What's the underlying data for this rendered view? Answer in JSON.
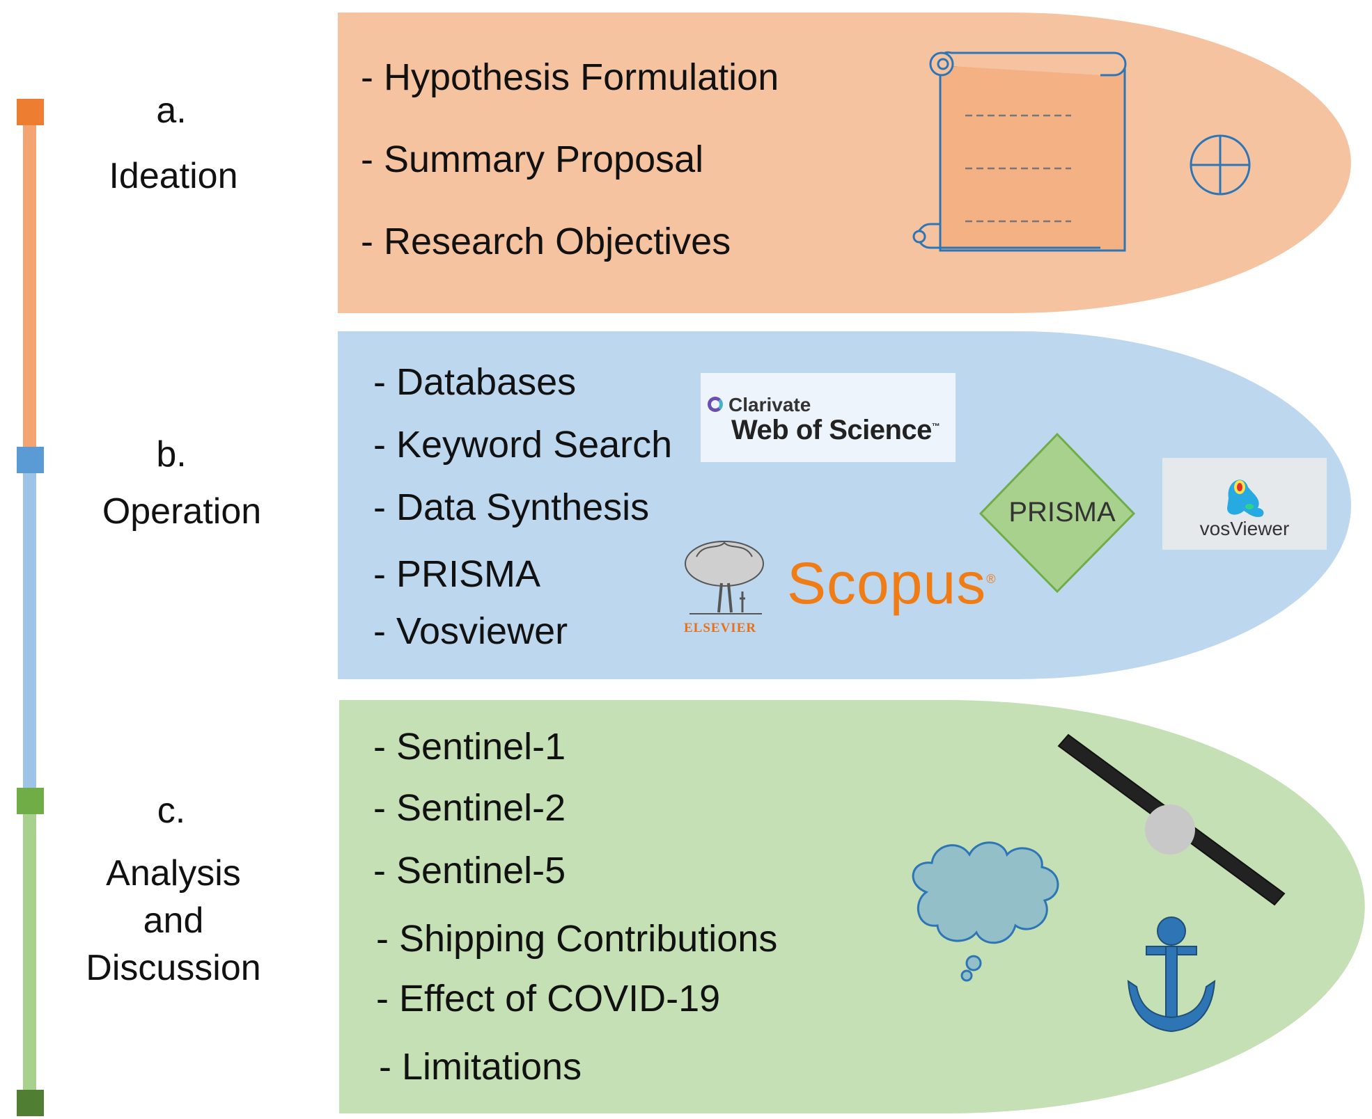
{
  "stages": [
    {
      "id": "ideation",
      "letter": "a.",
      "name": "Ideation",
      "color_fill": "#f6c3a0",
      "color_bar": "#f3a472",
      "color_marker": "#ed7d31",
      "items": [
        "- Hypothesis Formulation",
        "- Summary Proposal",
        "- Research Objectives"
      ],
      "icons": [
        "scroll-icon",
        "crosshair-icon"
      ]
    },
    {
      "id": "operation",
      "letter": "b.",
      "name": "Operation",
      "color_fill": "#bdd7ee",
      "color_bar": "#9dc3e6",
      "color_marker": "#5b9bd5",
      "items": [
        "- Databases",
        "- Keyword Search",
        "- Data Synthesis",
        "- PRISMA",
        "- Vosviewer"
      ],
      "icons": [
        "web-of-science-logo",
        "scopus-logo",
        "prisma-diamond",
        "vosviewer-logo"
      ]
    },
    {
      "id": "analysis",
      "letter": "c.",
      "name_lines": [
        "Analysis",
        "and",
        "Discussion"
      ],
      "color_fill": "#c5e0b4",
      "color_bar": "#a9d18e",
      "color_marker": "#70ad47",
      "color_marker_end": "#507e32",
      "items": [
        "- Sentinel-1",
        "- Sentinel-2",
        "- Sentinel-5",
        "- Shipping Contributions",
        "- Effect of COVID-19",
        "- Limitations"
      ],
      "icons": [
        "satellite-icon",
        "cloud-icon",
        "anchor-icon"
      ]
    }
  ],
  "logos": {
    "clarivate": "Clarivate",
    "web_of_science": "Web of Science",
    "trademark": "™",
    "scopus": "Scopus",
    "registered": "®",
    "elsevier": "ELSEVIER",
    "prisma": "PRISMA",
    "vosviewer": "vosViewer"
  }
}
